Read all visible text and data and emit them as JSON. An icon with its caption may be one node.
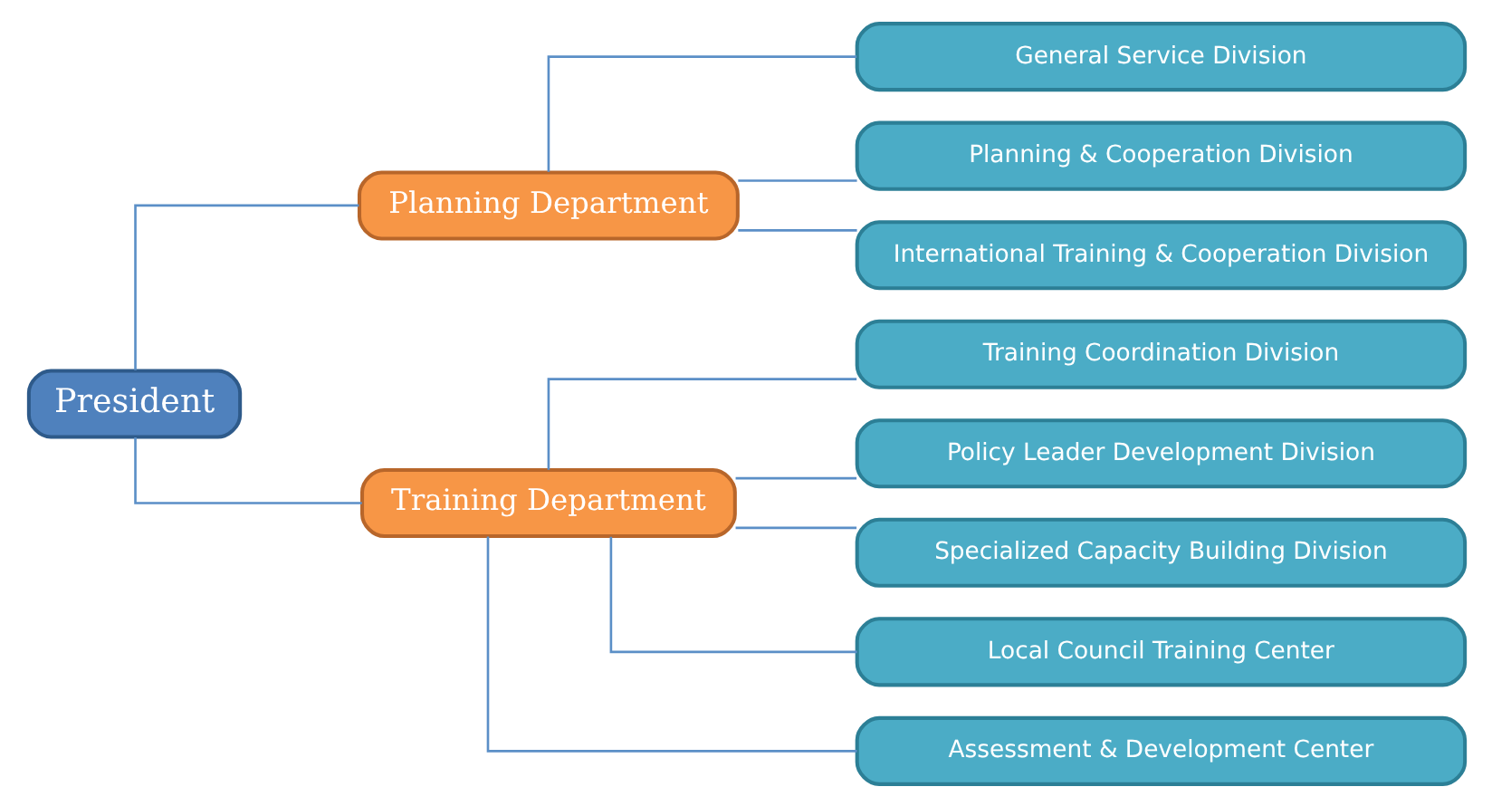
{
  "diagram": {
    "nodes": [
      {
        "text": [
          "President"
        ]
      },
      {
        "text": [
          "Planning Department"
        ]
      },
      {
        "text": [
          "Training Department"
        ]
      },
      {
        "text": [
          "General Service Division"
        ]
      },
      {
        "text": [
          "Planning & Cooperation Division"
        ]
      },
      {
        "text": [
          "International Training & Cooperation Division"
        ]
      },
      {
        "text": [
          "Training Coordination Division"
        ]
      },
      {
        "text": [
          "Policy Leader Development Division"
        ]
      },
      {
        "text": [
          "Specialized Capacity Building Division"
        ]
      },
      {
        "text": [
          "Local Council Training Center"
        ]
      },
      {
        "text": [
          "Assessment & Development Center"
        ]
      }
    ],
    "edges": [
      {
        "from": 0,
        "to": 1,
        "arrow": "none"
      },
      {
        "from": 0,
        "to": 2,
        "arrow": "none"
      },
      {
        "from": 1,
        "to": 3,
        "arrow": "none"
      },
      {
        "from": 1,
        "to": 4,
        "arrow": "none"
      },
      {
        "from": 1,
        "to": 5,
        "arrow": "none"
      },
      {
        "from": 2,
        "to": 6,
        "arrow": "none"
      },
      {
        "from": 2,
        "to": 7,
        "arrow": "none"
      },
      {
        "from": 2,
        "to": 8,
        "arrow": "none"
      },
      {
        "from": 2,
        "to": 9,
        "arrow": "none"
      },
      {
        "from": 2,
        "to": 10,
        "arrow": "none"
      }
    ]
  }
}
